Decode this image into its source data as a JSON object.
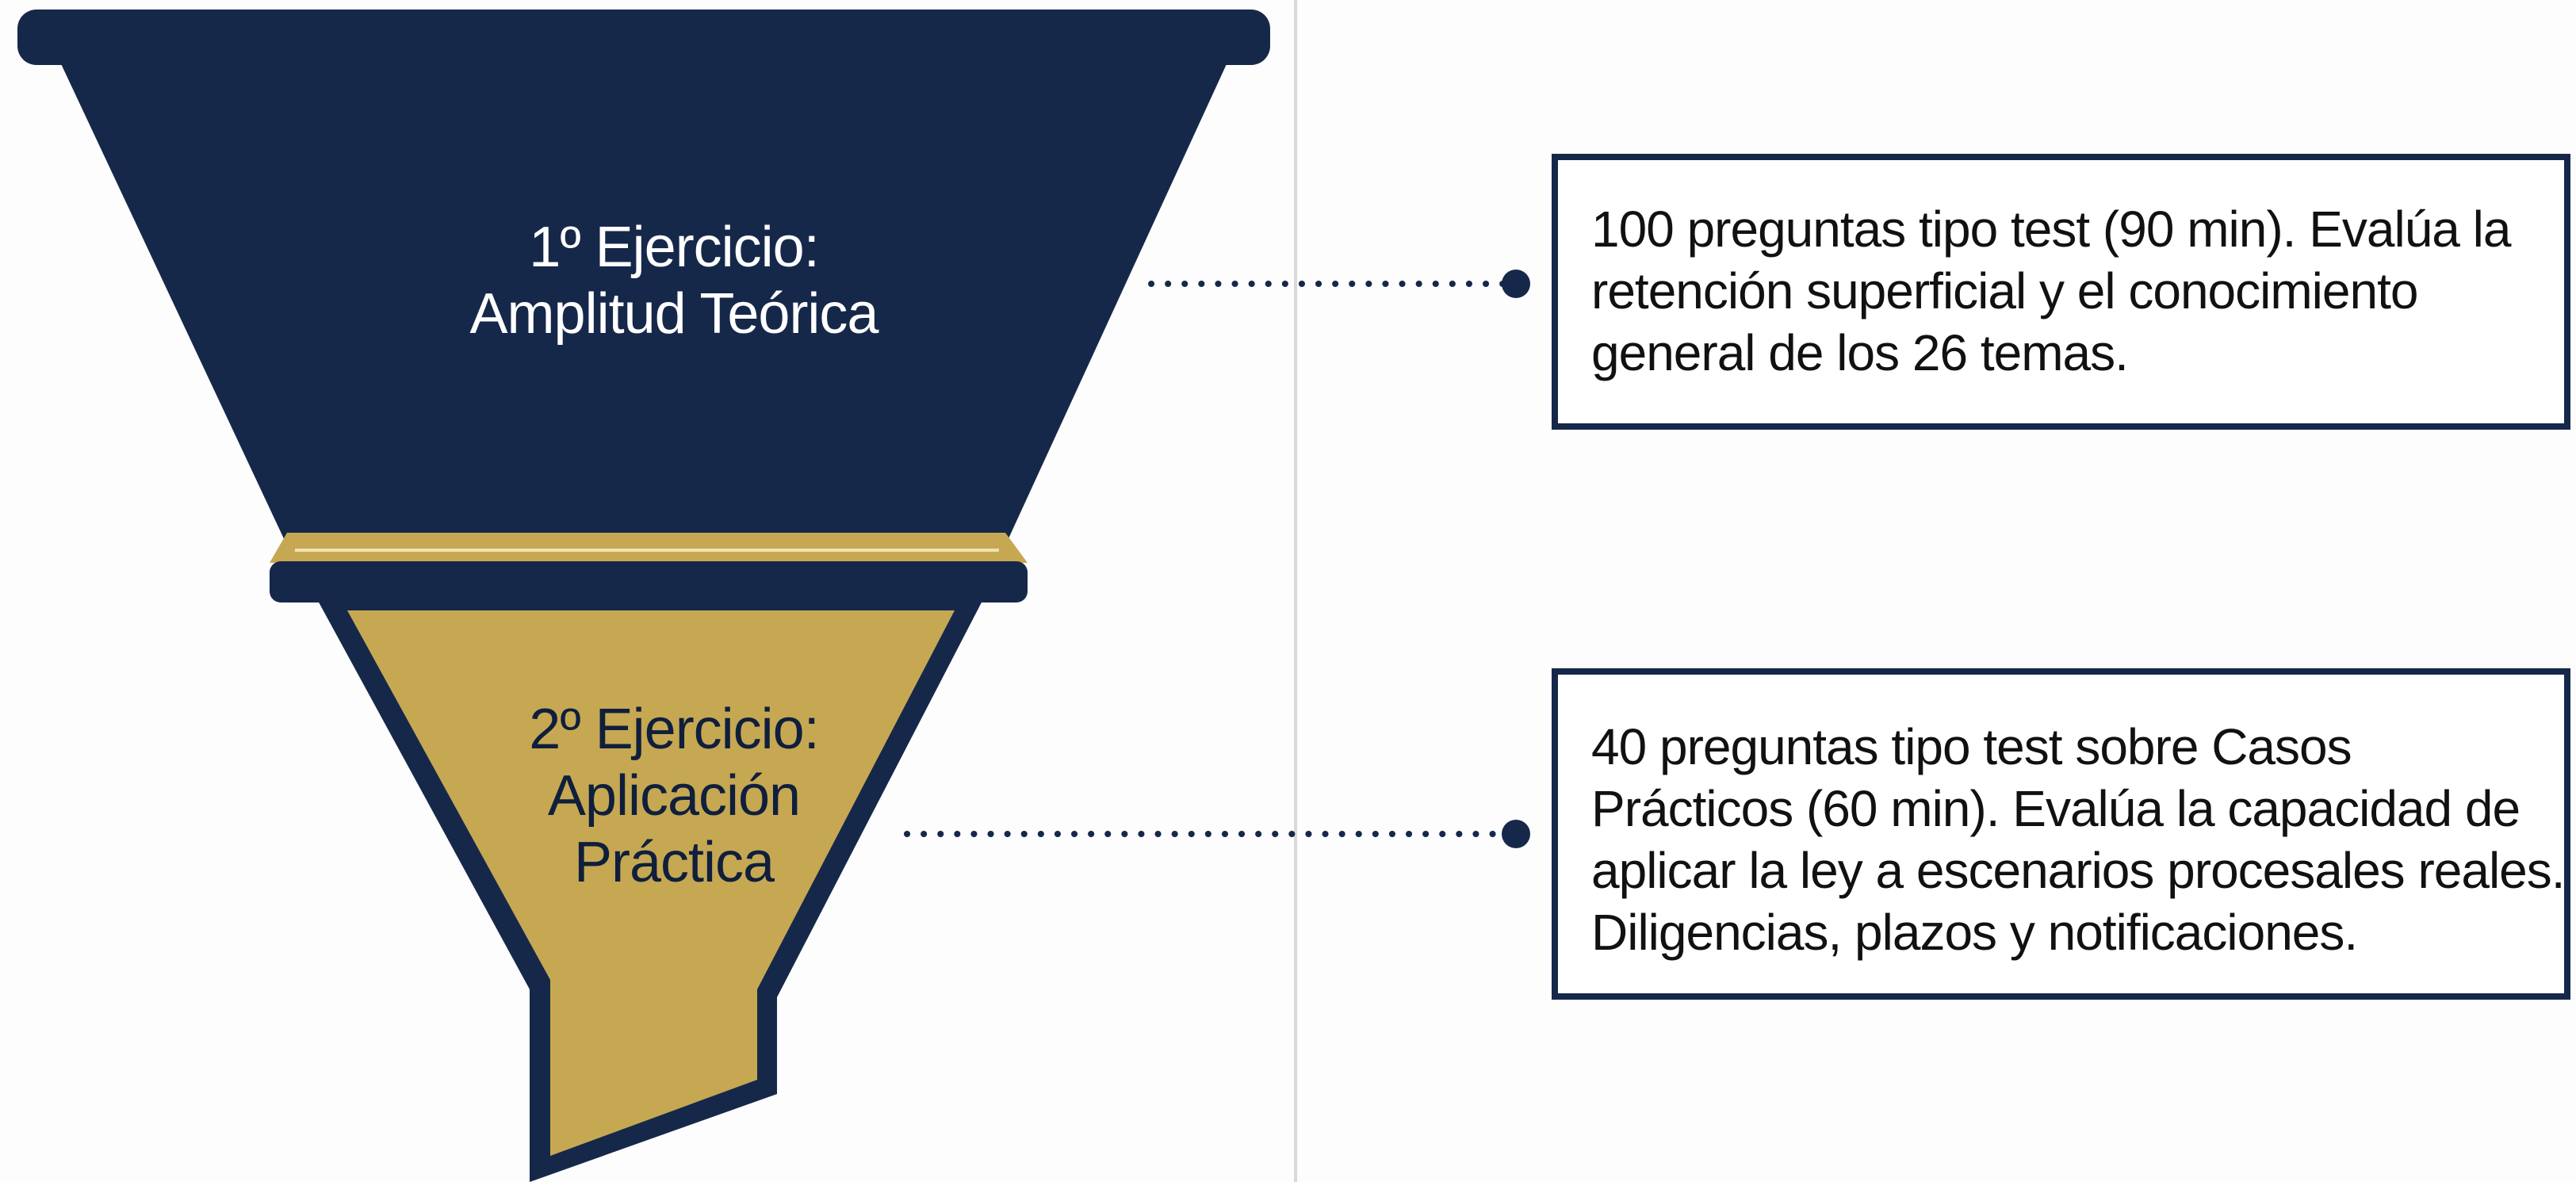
{
  "colors": {
    "navy": "#16284a",
    "gold": "#c6a853",
    "gold_light": "#d8c07a",
    "background": "#fdfdfd"
  },
  "funnel": {
    "stage1": {
      "lines": [
        "1º Ejercicio:",
        "Amplitud Teórica"
      ]
    },
    "stage2": {
      "lines": [
        "2º Ejercicio:",
        "Aplicación",
        "Práctica"
      ]
    }
  },
  "descriptions": [
    {
      "lines": [
        "100 preguntas tipo test (90 min). Evalúa la",
        "retención superficial y el conocimiento",
        "general de los 26 temas."
      ]
    },
    {
      "lines": [
        "40 preguntas tipo test sobre Casos",
        "Prácticos (60 min). Evalúa la capacidad de",
        "aplicar la ley a escenarios procesales reales.",
        "Diligencias, plazos y notificaciones."
      ]
    }
  ]
}
